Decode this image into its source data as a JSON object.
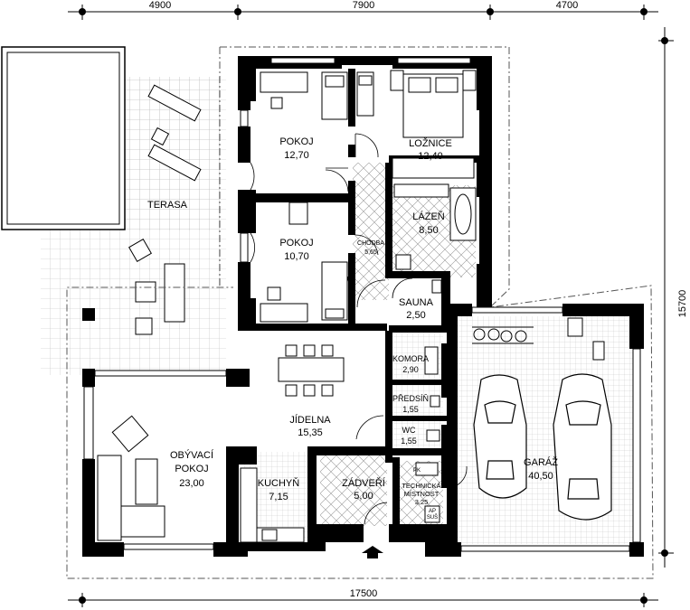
{
  "dimensions": {
    "top": [
      "4900",
      "7900",
      "4700"
    ],
    "bottom": "17500",
    "right": "15700"
  },
  "rooms": {
    "pokoj1": {
      "name": "POKOJ",
      "area": "12,70"
    },
    "loznice": {
      "name": "LOŽNICE",
      "area": "12,40"
    },
    "terasa": {
      "name": "TERASA"
    },
    "lazen": {
      "name": "LÁZEŇ",
      "area": "8,50"
    },
    "chodba": {
      "name": "CHODBA",
      "area": "5,65"
    },
    "pokoj2": {
      "name": "POKOJ",
      "area": "10,70"
    },
    "sauna": {
      "name": "SAUNA",
      "area": "2,50"
    },
    "komora": {
      "name": "KOMORA",
      "area": "2,90"
    },
    "predsin": {
      "name": "PŘEDSÍŇ",
      "area": "1,55"
    },
    "jidelna": {
      "name": "JÍDELNA",
      "area": "15,35"
    },
    "wc": {
      "name": "WC",
      "area": "1,55"
    },
    "obyvaci": {
      "name1": "OBÝVACÍ",
      "name2": "POKOJ",
      "area": "23,00"
    },
    "kuchyn": {
      "name": "KUCHYŇ",
      "area": "7,15"
    },
    "zadveri": {
      "name": "ZÁDVEŘÍ",
      "area": "5,00"
    },
    "technicka": {
      "name1": "TECHNICKÁ",
      "name2": "MÍSTNOST",
      "area": "3,25"
    },
    "garaz": {
      "name": "GARÁŽ",
      "area": "40,50"
    }
  },
  "equipment": {
    "pk": "PK",
    "ap": "AP",
    "sus": "SUŠ"
  },
  "colors": {
    "wall": "#000000",
    "tile": "#b8b8b8",
    "outline": "#555555"
  }
}
